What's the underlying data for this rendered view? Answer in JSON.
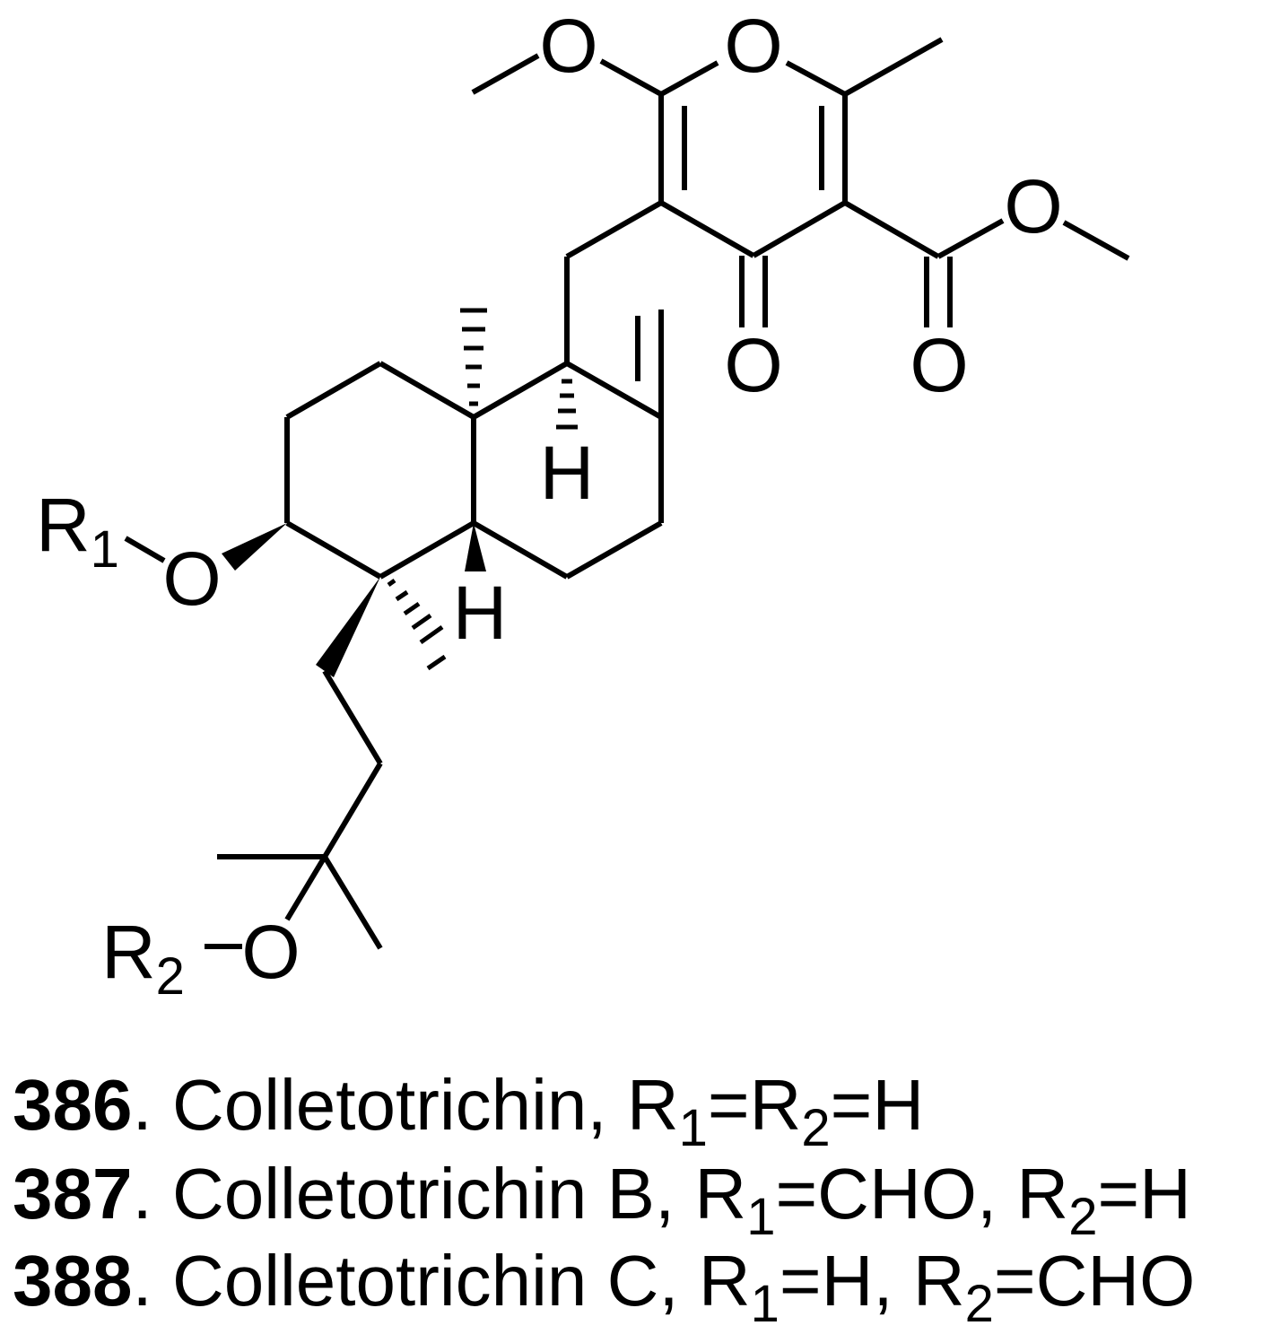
{
  "structure": {
    "atoms": {
      "o_methoxy": "O",
      "o_ring": "O",
      "o_ester_single": "O",
      "o_ketone": "O",
      "o_ester_carbonyl": "O",
      "h_upper": "H",
      "h_lower": "H",
      "r1": "R",
      "r1_sub": "1",
      "o_r1": "O",
      "r2": "R",
      "r2_sub": "2",
      "o_r2": "O"
    }
  },
  "compounds": [
    {
      "number": "386",
      "name": ". Colletotrichin, ",
      "r1": "R",
      "r1_sub": "1",
      "r1_val": "=",
      "r2": "R",
      "r2_sub": "2",
      "r2_val": "=H"
    },
    {
      "number": "387",
      "name": ". Colletotrichin B, ",
      "r1": "R",
      "r1_sub": "1",
      "r1_val": "=CHO, ",
      "r2": "R",
      "r2_sub": "2",
      "r2_val": "=H"
    },
    {
      "number": "388",
      "name": ". Colletotrichin C, ",
      "r1": "R",
      "r1_sub": "1",
      "r1_val": "=H, ",
      "r2": "R",
      "r2_sub": "2",
      "r2_val": "=CHO"
    }
  ]
}
